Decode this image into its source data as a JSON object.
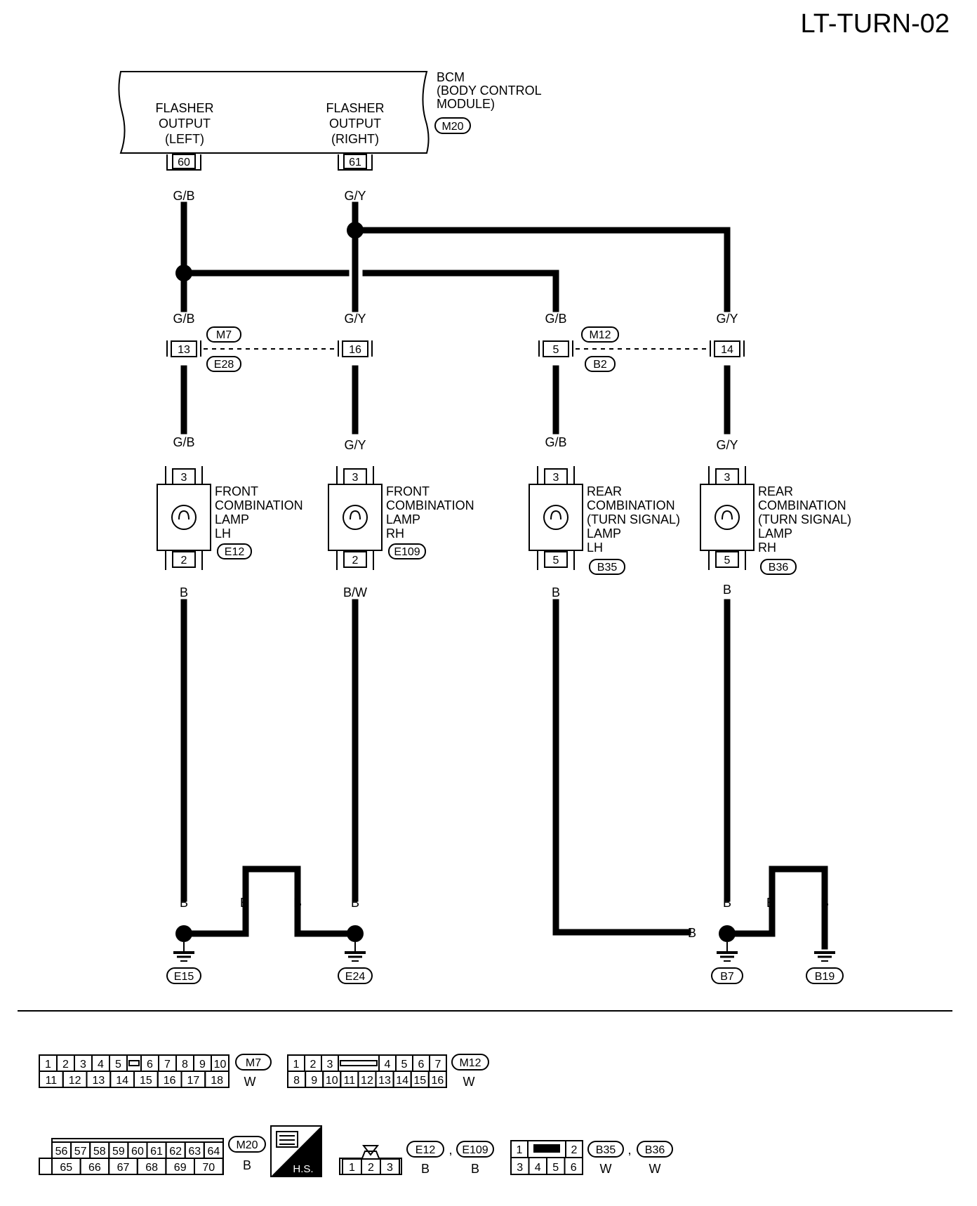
{
  "page_code": "LT-TURN-02",
  "bcm": {
    "name_lines": [
      "BCM",
      "(BODY CONTROL",
      "MODULE)"
    ],
    "connector": "M20",
    "left": {
      "lines": [
        "FLASHER",
        "OUTPUT",
        "(LEFT)"
      ],
      "pin": "60"
    },
    "right": {
      "lines": [
        "FLASHER",
        "OUTPUT",
        "(RIGHT)"
      ],
      "pin": "61"
    }
  },
  "wire_colors": {
    "gb": "G/B",
    "gy": "G/Y",
    "b": "B",
    "bw": "B/W"
  },
  "joint_connectors": [
    {
      "top": "M7",
      "bottom": "E28",
      "pins": [
        "13",
        "16"
      ]
    },
    {
      "top": "M12",
      "bottom": "B2",
      "pins": [
        "5",
        "14"
      ]
    }
  ],
  "lamps": [
    {
      "lines": [
        "FRONT",
        "COMBINATION",
        "LAMP",
        "LH"
      ],
      "connector": "E12",
      "pin_in": "3",
      "pin_out": "2"
    },
    {
      "lines": [
        "FRONT",
        "COMBINATION",
        "LAMP",
        "RH"
      ],
      "connector": "E109",
      "pin_in": "3",
      "pin_out": "2"
    },
    {
      "lines": [
        "REAR",
        "COMBINATION",
        "(TURN SIGNAL)",
        "LAMP",
        "LH"
      ],
      "connector": "B35",
      "pin_in": "3",
      "pin_out": "5"
    },
    {
      "lines": [
        "REAR",
        "COMBINATION",
        "(TURN SIGNAL)",
        "LAMP",
        "RH"
      ],
      "connector": "B36",
      "pin_in": "3",
      "pin_out": "5"
    }
  ],
  "grounds": [
    "E15",
    "E24",
    "B7",
    "B19"
  ],
  "legend": {
    "m7": {
      "top": [
        "1",
        "2",
        "3",
        "4",
        "5",
        "6",
        "7",
        "8",
        "9",
        "10"
      ],
      "bottom": [
        "11",
        "12",
        "13",
        "14",
        "15",
        "16",
        "17",
        "18"
      ],
      "tag": "M7",
      "color": "W"
    },
    "m12": {
      "top": [
        "1",
        "2",
        "3",
        "4",
        "5",
        "6",
        "7"
      ],
      "bottom": [
        "8",
        "9",
        "10",
        "11",
        "12",
        "13",
        "14",
        "15",
        "16"
      ],
      "tag": "M12",
      "color": "W"
    },
    "m20": {
      "top": [
        "56",
        "57",
        "58",
        "59",
        "60",
        "61",
        "62",
        "63",
        "64"
      ],
      "bottom": [
        "65",
        "66",
        "67",
        "68",
        "69",
        "70"
      ],
      "tag": "M20",
      "color": "B"
    },
    "hs": "H.S.",
    "e12": {
      "pins": [
        "1",
        "2",
        "3"
      ],
      "tags": [
        "E12",
        "E109"
      ],
      "colors": [
        "B",
        "B"
      ]
    },
    "b35": {
      "top": [
        "1",
        "2"
      ],
      "bottom": [
        "3",
        "4",
        "5",
        "6"
      ],
      "tags": [
        "B35",
        "B36"
      ],
      "colors": [
        "W",
        "W"
      ]
    }
  }
}
